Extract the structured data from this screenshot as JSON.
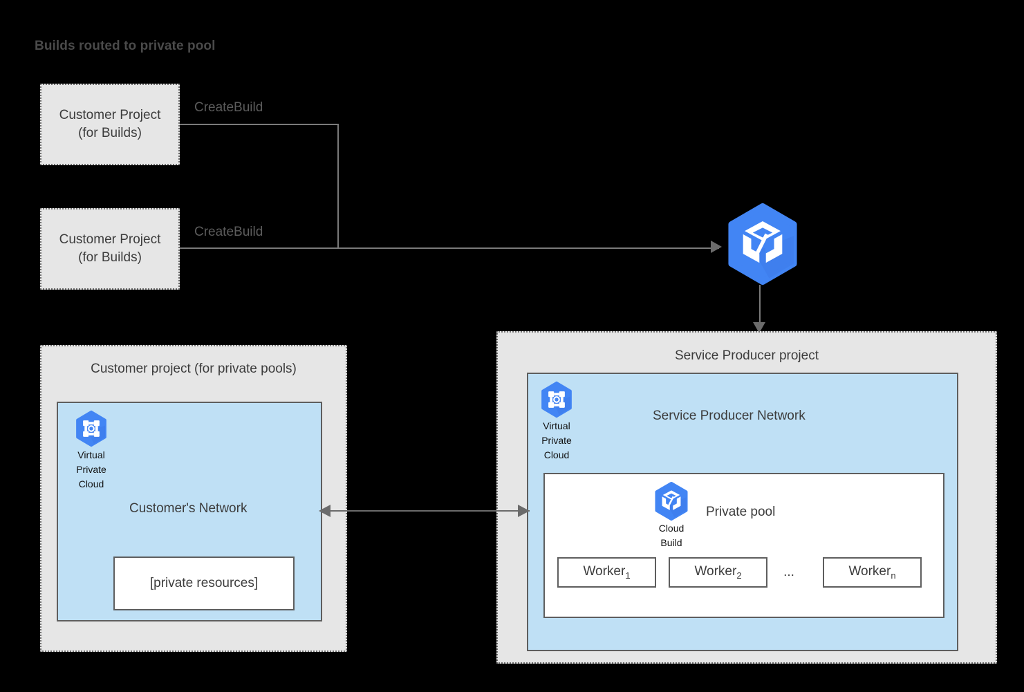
{
  "title": "Builds routed to private pool",
  "colors": {
    "background": "#000000",
    "panel_fill": "#e6e6e6",
    "panel_border": "#6e6e6e",
    "network_fill": "#bfe0f5",
    "network_border": "#5e5e5e",
    "connector": "#6b6b6b",
    "gcp_blue": "#4285f4",
    "gcp_blue_dark": "#3b78e7",
    "text_dark": "#3c3c3c",
    "text_muted": "#5c5c5c"
  },
  "build_projects": [
    {
      "label": "Customer Project\n(for Builds)",
      "edge_label": "CreateBuild"
    },
    {
      "label": "Customer Project\n(for Builds)",
      "edge_label": "CreateBuild"
    }
  ],
  "cloud_build_service": {
    "icon": "cloud-build-icon"
  },
  "customer_project": {
    "title": "Customer project (for private pools)",
    "network": {
      "title": "Customer's Network",
      "vpc_icon": "virtual-private-cloud-icon",
      "vpc_caption": "Virtual\nPrivate\nCloud",
      "resources_label": "[private resources]"
    }
  },
  "producer_project": {
    "title": "Service Producer project",
    "network": {
      "title": "Service Producer Network",
      "vpc_icon": "virtual-private-cloud-icon",
      "vpc_caption": "Virtual\nPrivate\nCloud"
    },
    "private_pool": {
      "title": "Private pool",
      "cloud_build_icon": "cloud-build-icon",
      "cloud_build_caption": "Cloud\nBuild",
      "workers": [
        {
          "name": "Worker",
          "sub": "1"
        },
        {
          "name": "Worker",
          "sub": "2"
        },
        {
          "name": "Worker",
          "sub": "n"
        }
      ],
      "ellipsis": "..."
    }
  }
}
